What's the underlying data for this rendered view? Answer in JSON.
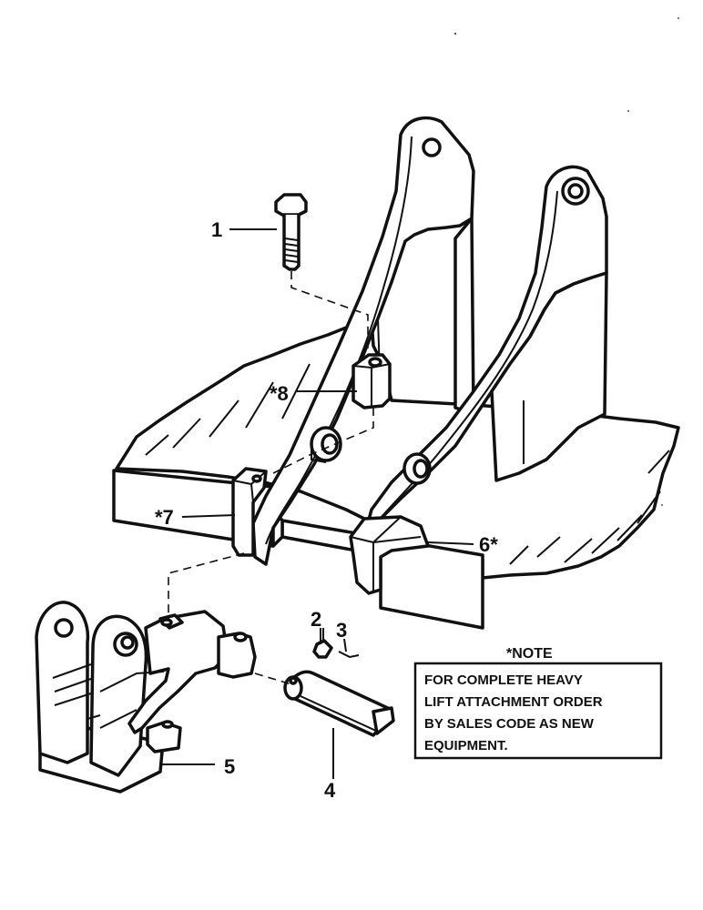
{
  "callouts": {
    "c1": "1",
    "c2": "2",
    "c3": "3",
    "c4": "4",
    "c5": "5",
    "c6": "6*",
    "c7": "*7",
    "c8": "*8"
  },
  "note": {
    "title": "*NOTE",
    "lines": [
      "FOR COMPLETE HEAVY",
      "LIFT ATTACHMENT ORDER",
      "BY SALES CODE AS NEW",
      "EQUIPMENT."
    ]
  }
}
